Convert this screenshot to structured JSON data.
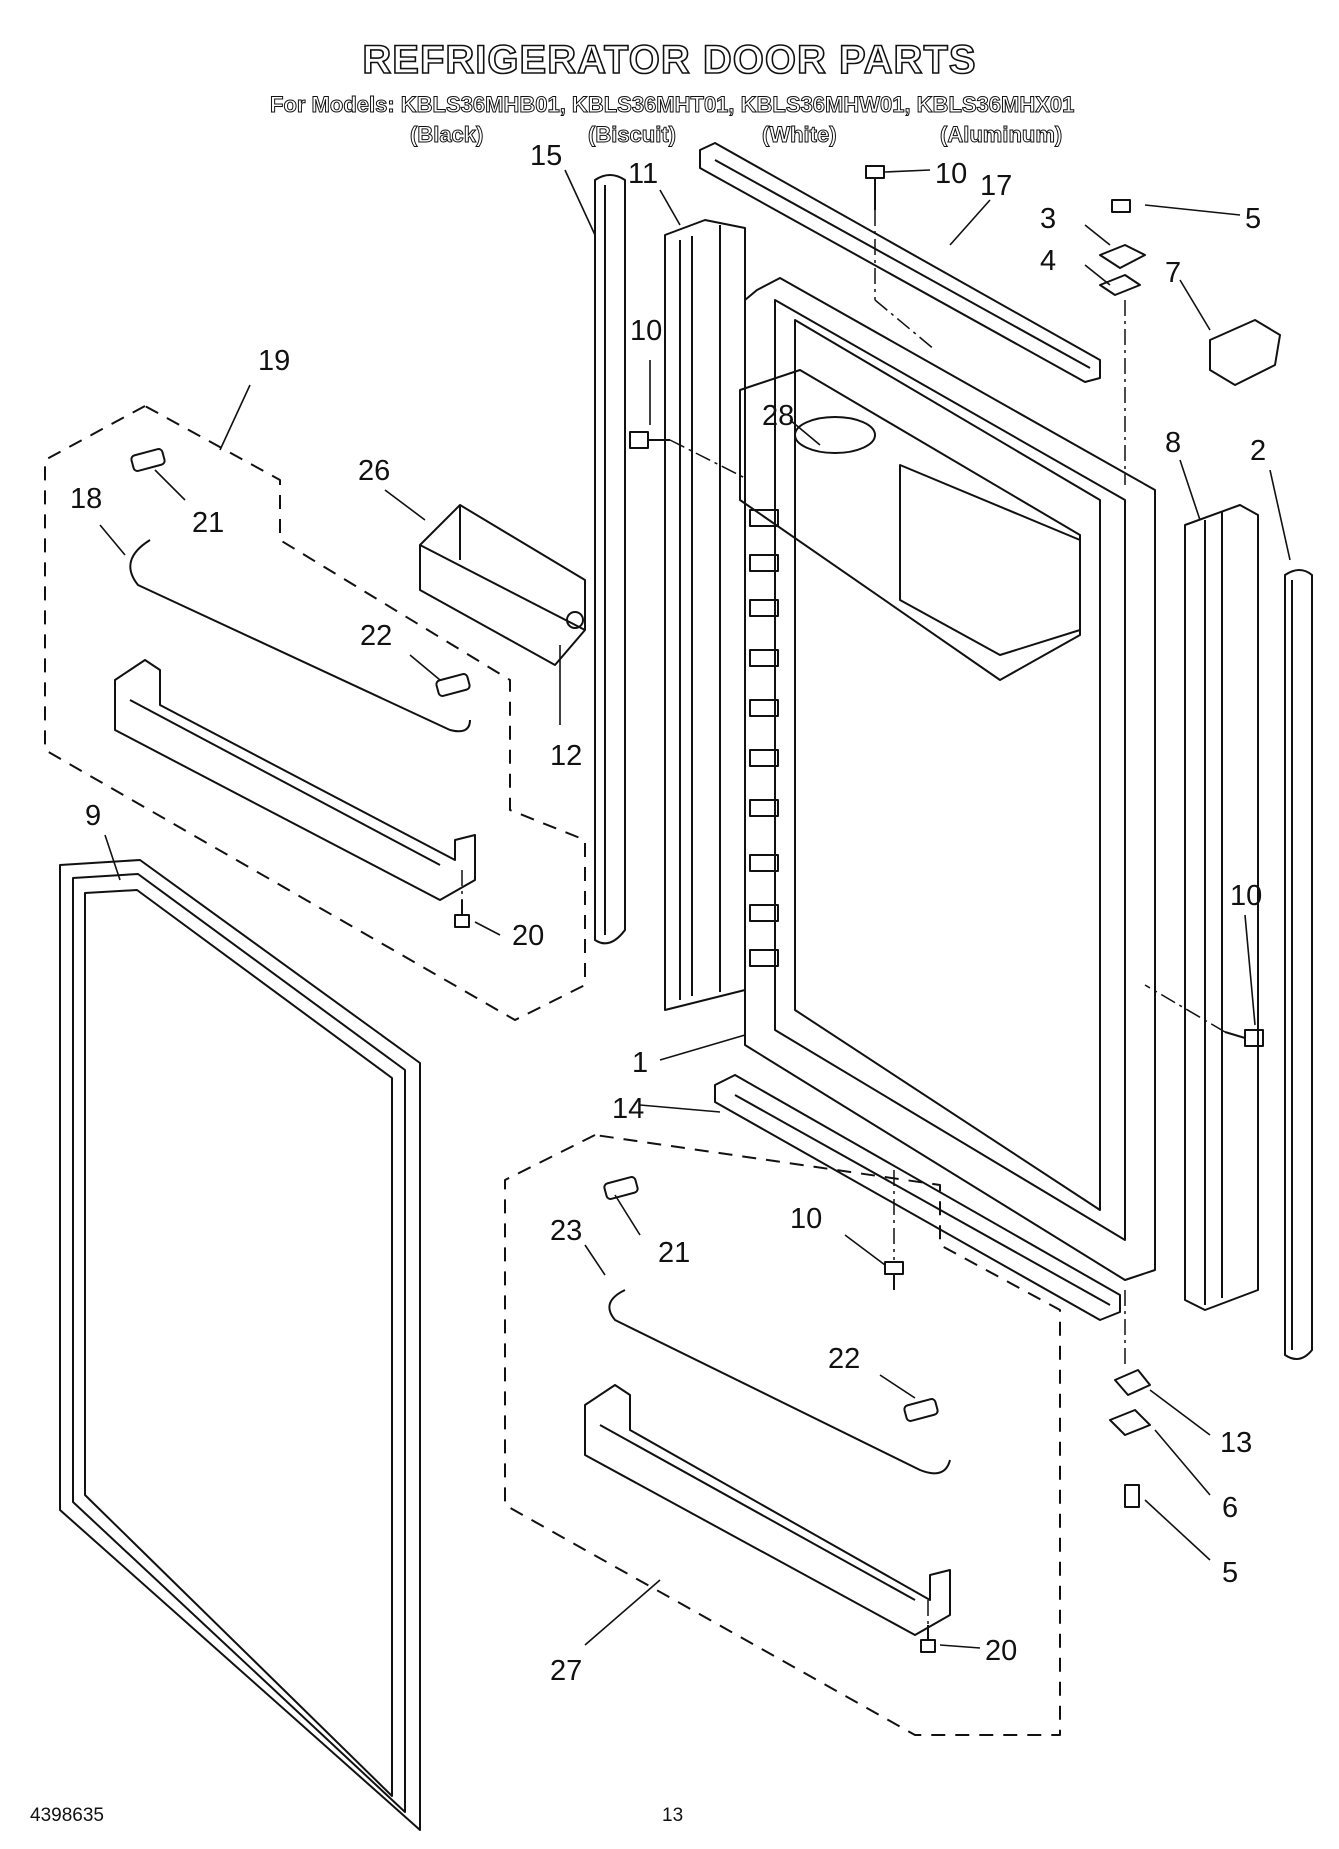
{
  "title": "REFRIGERATOR DOOR PARTS",
  "models_line": "For Models: KBLS36MHB01, KBLS36MHT01, KBLS36MHW01, KBLS36MHX01",
  "finishes": [
    "(Black)",
    "(Biscuit)",
    "(White)",
    "(Aluminum)"
  ],
  "callouts": [
    "15",
    "11",
    "10",
    "17",
    "3",
    "5",
    "4",
    "7",
    "19",
    "10",
    "28",
    "26",
    "18",
    "21",
    "8",
    "2",
    "22",
    "12",
    "9",
    "20",
    "10",
    "1",
    "14",
    "23",
    "10",
    "21",
    "22",
    "13",
    "6",
    "5",
    "20",
    "27"
  ],
  "footer": {
    "doc_number": "4398635",
    "page_number": "13"
  }
}
